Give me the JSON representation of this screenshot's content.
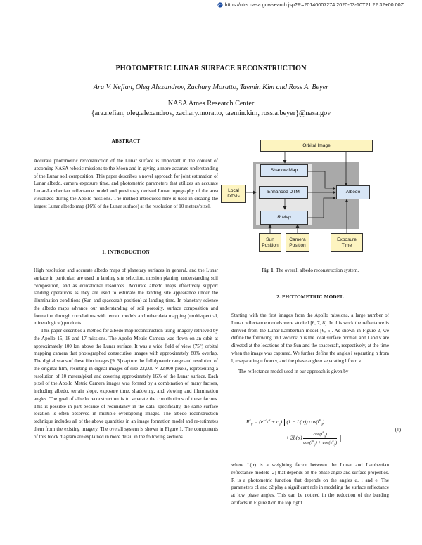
{
  "header": {
    "ntrs_url": "https://ntrs.nasa.gov/search.jsp?R=20140007274 2020-03-10T21:22:32+00:00Z"
  },
  "paper": {
    "title": "PHOTOMETRIC LUNAR SURFACE RECONSTRUCTION",
    "authors": "Ara V. Nefian, Oleg Alexandrov, Zachary Moratto, Taemin Kim and Ross A. Beyer",
    "affiliation": "NASA Ames Research Center",
    "emails": "{ara.nefian, oleg.alexandrov, zachary.moratto, taemin.kim, ross.a.beyer}@nasa.gov"
  },
  "abstract": {
    "heading": "ABSTRACT",
    "text": "Accurate photometric reconstruction of the Lunar surface is important in the context of upcoming NASA robotic missions to the Moon and in giving a more accurate understanding of the Lunar soil composition. This paper describes a novel approach for joint estimation of Lunar albedo, camera exposure time, and photometric parameters that utilizes an accurate Lunar-Lambertian reflectance model and previously derived Lunar topography of the area visualized during the Apollo missions. The method introduced here is used in creating the largest Lunar albedo map (16% of the Lunar surface) at the resolution of 10 meters/pixel."
  },
  "intro": {
    "heading": "1. INTRODUCTION",
    "p1": "High resolution and accurate albedo maps of planetary surfaces in general, and the Lunar surface in particular, are used in landing site selection, mission planing, understanding soil composition, and as educational resources. Accurate albedo maps effectively support landing operations as they are used to estimate the landing site appearance under the illumination conditions (Sun and spacecraft position) at landing time. In planetary science the albedo maps advance our understanding of soil porosity, surface composition and formation through correlations with terrain models and other data mapping (multi-spectral, mineralogical) products.",
    "p2": "This paper describes a method for albedo map reconstruction using imagery retrieved by the Apollo 15, 16 and 17 missions. The Apollo Metric Camera was flown on an orbit at approximately 100 km above the Lunar surface. It was a wide field of view (75°) orbital mapping camera that photographed consecutive images with approximately 80% overlap. The digital scans of these film images [9, 3] capture the full dynamic range and resolution of the original film, resulting in digital images of size 22,000 × 22,000 pixels, representing a resolution of 10 meters/pixel and covering approximately 16% of the Lunar surface. Each pixel of the Apollo Metric Camera images was formed by a combination of many factors, including albedo, terrain slope, exposure time, shadowing, and viewing and illumination angles. The goal of albedo reconstruction is to separate the contributions of these factors. This is possible in part because of redundancy in the data; specifically, the same surface location is often observed in multiple overlapping images. The albedo reconstruction technique includes all of the above quantities in an image formation model and re-estimates them from the existing imagery. The overall system is shown in Figure 1. The components of this block diagram are explained in more detail in the following sections."
  },
  "figure": {
    "boxes": {
      "orbital_image": "Orbital Image",
      "shadow_map": "Shadow Map",
      "local_dtms": "Local\nDTMs",
      "enhanced_dtm": "Enhanced DTM",
      "albedo": "Albedo",
      "r_map": "R Map",
      "sun_position": "Sun\nPosition",
      "camera_position": "Camera\nPosition",
      "exposure_time": "Exposure\nTime"
    },
    "caption_label": "Fig. 1",
    "caption_text": ". The overall albedo reconstruction system."
  },
  "model": {
    "heading": "2. PHOTOMETRIC MODEL",
    "p1": "Starting with the first images from the Apollo missions, a large number of Lunar reflectance models were studied [6, 7, 8]. In this work the reflectance is derived from the Lunar-Lambertian model [6, 5]. As shown in Figure 2, we define the following unit vectors: n is the local surface normal, and l and v are directed at the locations of the Sun and the spacecraft, respectively, at the time when the image was captured. We further define the angles i separating n from l, e separating n from v, and the phase angle α separating l from v.",
    "p2": "The reflectance model used in our approach is given by",
    "equation_line1": "R",
    "equation_number": "(1)",
    "p3": "where L(α) is a weighting factor between the Lunar and Lambertian reflectance models [2] that depends on the phase angle and surface properties. R is a photometric function that depends on the angles α, i and e. The parameters c1 and c2 play a significant role in modeling the surface reflectance at low phase angles. This can be noticed in the reduction of the banding artifacts in Figure 8 on the top right."
  }
}
